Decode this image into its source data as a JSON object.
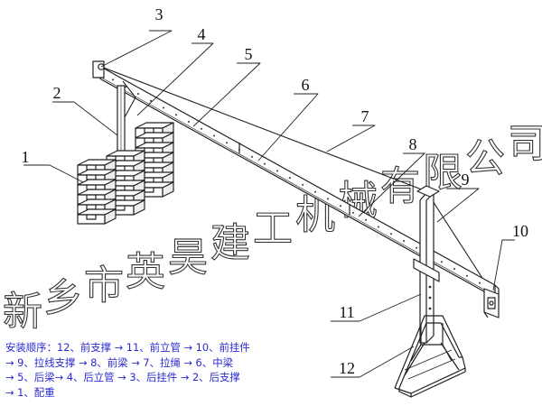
{
  "watermark": {
    "text": "新乡市英昊建工机械有限公司",
    "glyphs": [
      "新",
      "乡",
      "市",
      "英",
      "昊",
      "建",
      "工",
      "机",
      "械",
      "有",
      "限",
      "公",
      "司"
    ]
  },
  "callouts": [
    "1",
    "2",
    "3",
    "4",
    "5",
    "6",
    "7",
    "8",
    "9",
    "10",
    "11",
    "12"
  ],
  "sequence": {
    "lines": [
      "安装顺序：12、前支撑 → 11、前立管 → 10、前挂件",
      "→ 9、拉线支撑 → 8、前梁 → 7、拉绳 → 6、中梁",
      "→ 5、后梁→ 4、后立管 → 3、后挂件 → 2、后支撑",
      "→ 1、配重"
    ]
  }
}
